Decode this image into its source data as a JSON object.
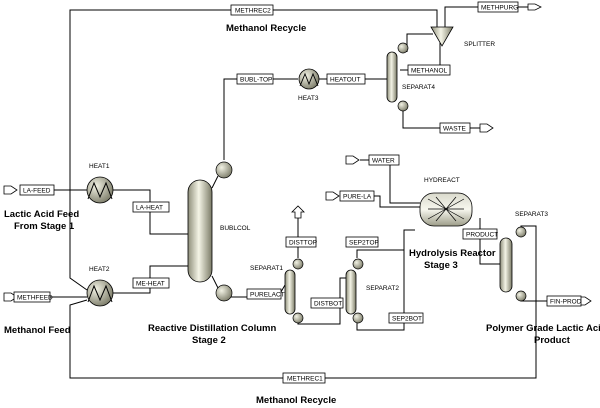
{
  "streams": {
    "methrec2": "METHREC2",
    "methpurg": "METHPURG",
    "bubl_top": "BUBL-TOP",
    "heatout": "HEATOUT",
    "methanol": "METHANOL",
    "waste": "WASTE",
    "water": "WATER",
    "pure_la": "PURE-LA",
    "la_feed": "LA-FEED",
    "la_heat": "LA-HEAT",
    "me_heat": "ME-HEAT",
    "methfeed": "METHFEED",
    "disttop": "DISTTOP",
    "sep2top": "SEP2TOP",
    "purelact": "PURELACT",
    "distbot": "DISTBOT",
    "sep2bot": "SEP2BOT",
    "product": "PRODUCT",
    "fin_prod": "FIN-PROD",
    "methrec1": "METHREC1"
  },
  "blocks": {
    "splitter": "SPLITTER",
    "heat3": "HEAT3",
    "separat4": "SEPARAT4",
    "hydreact": "HYDREACT",
    "heat1": "HEAT1",
    "heat2": "HEAT2",
    "bublcol": "BUBLCOL",
    "separat1": "SEPARAT1",
    "separat2": "SEPARAT2",
    "separat3": "SEPARAT3"
  },
  "captions": {
    "methanol_recycle_top": "Methanol Recycle",
    "lactic_feed_1": "Lactic Acid Feed",
    "lactic_feed_2": "From Stage 1",
    "methanol_feed": "Methanol Feed",
    "rdc_1": "Reactive Distillation Column",
    "rdc_2": "Stage 2",
    "hydrolysis_1": "Hydrolysis Reactor",
    "hydrolysis_2": "Stage 3",
    "polymer_1": "Polymer Grade Lactic Acid",
    "polymer_2": "Product",
    "methanol_recycle_bottom": "Methanol Recycle"
  }
}
